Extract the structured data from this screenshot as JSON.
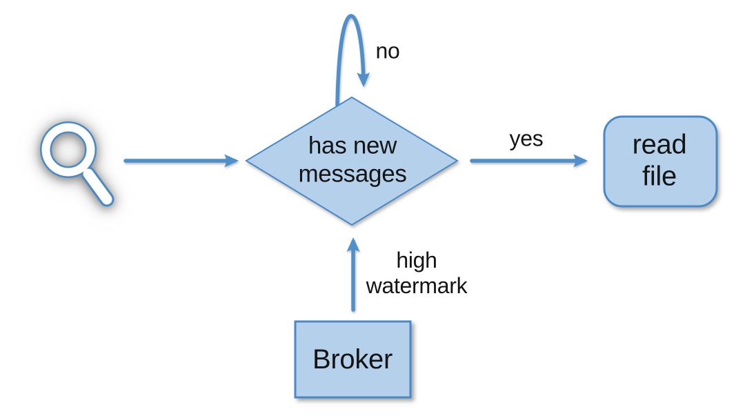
{
  "nodes": {
    "magnifier": {
      "icon": "magnifying-glass"
    },
    "decision": {
      "label": "has new\nmessages"
    },
    "read_file": {
      "label": "read\nfile"
    },
    "broker": {
      "label": "Broker"
    }
  },
  "edges": {
    "self_loop": {
      "label": "no"
    },
    "to_read_file": {
      "label": "yes"
    },
    "from_broker": {
      "label": "high\nwatermark"
    }
  },
  "colors": {
    "shape_fill": "#b5d0ea",
    "shape_stroke": "#4a89c8",
    "arrow": "#4f8fcc",
    "label_text": "#141414"
  }
}
